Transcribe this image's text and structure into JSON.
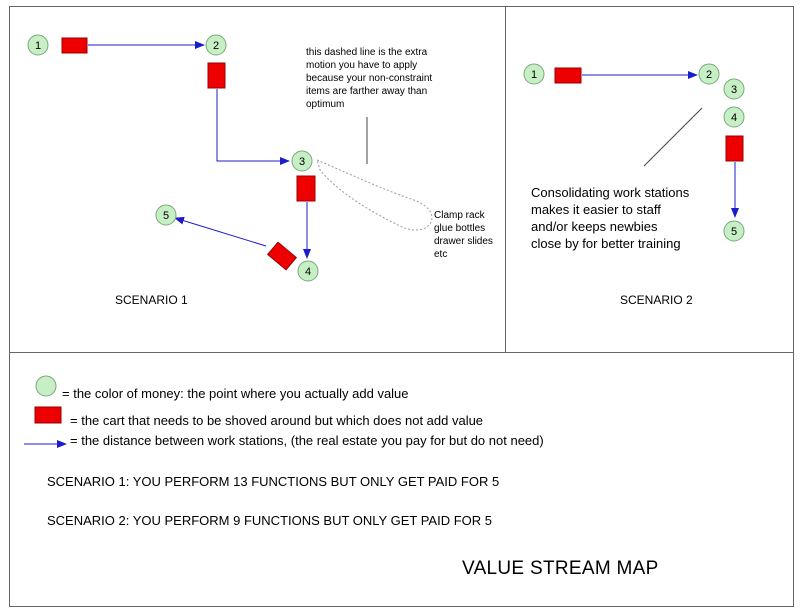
{
  "scenario1": {
    "label": "SCENARIO 1",
    "stations": [
      "1",
      "2",
      "3",
      "4",
      "5"
    ],
    "dashed_note": [
      "this dashed line is the extra",
      "motion you have to apply",
      "because your non-constraint",
      "items are farther away than",
      "optimum"
    ],
    "rack_note": [
      "Clamp rack",
      "glue bottles",
      "drawer slides",
      "etc"
    ]
  },
  "scenario2": {
    "label": "SCENARIO 2",
    "stations": [
      "1",
      "2",
      "3",
      "4",
      "5"
    ],
    "note": [
      "Consolidating work stations",
      "makes it easier to staff",
      "and/or keeps newbies",
      "close by for better training"
    ]
  },
  "legend": {
    "circle_text": "= the color of money:  the point where you actually add value",
    "cart_text": "= the cart that needs to be shoved around but which does not add value",
    "arrow_text": "= the distance between work stations,  (the real estate you pay for but do not need)"
  },
  "summary": {
    "line1": "SCENARIO 1:  YOU PERFORM 13 FUNCTIONS BUT ONLY GET PAID FOR 5",
    "line2": "SCENARIO 2:  YOU PERFORM 9 FUNCTIONS BUT ONLY GET PAID FOR 5"
  },
  "title": "VALUE STREAM MAP",
  "colors": {
    "station_fill": "#c6efc6",
    "station_stroke": "#7aa87a",
    "cart_fill": "#ee0000",
    "cart_stroke": "#990000",
    "arrow": "#1c1ccc",
    "border": "#666666",
    "dashed": "#9a9a9a"
  },
  "icons": {
    "station": "green-circle",
    "cart": "red-rectangle",
    "arrow": "blue-arrow"
  }
}
